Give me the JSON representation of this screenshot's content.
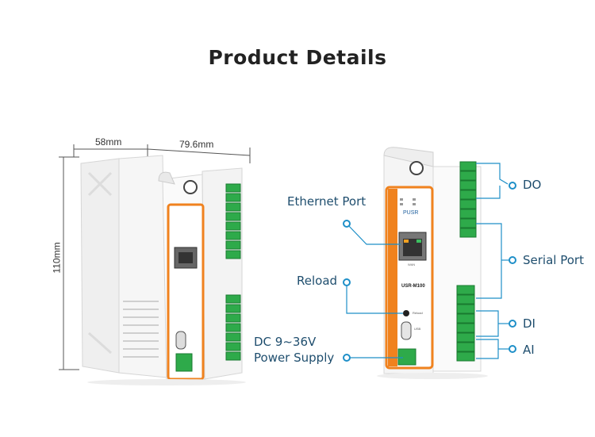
{
  "title": "Product Details",
  "dimensions": {
    "depth": "58mm",
    "width": "79.6mm",
    "height": "110mm"
  },
  "callouts": {
    "ethernet_port": "Ethernet Port",
    "reload": "Reload",
    "power_supply_line1": "DC 9~36V",
    "power_supply_line2": "Power Supply",
    "do": "DO",
    "serial_port": "Serial Port",
    "di": "DI",
    "ai": "AI"
  },
  "device_labels": {
    "brand": "PUSR",
    "model": "USR-M100",
    "reload": "Reload",
    "usb": "USB",
    "wan": "WAN"
  },
  "colors": {
    "accent_orange": "#f0821e",
    "terminal_green": "#2eaa4a",
    "callout_blue": "#1e8fc8",
    "callout_text": "#1f4e6e"
  }
}
